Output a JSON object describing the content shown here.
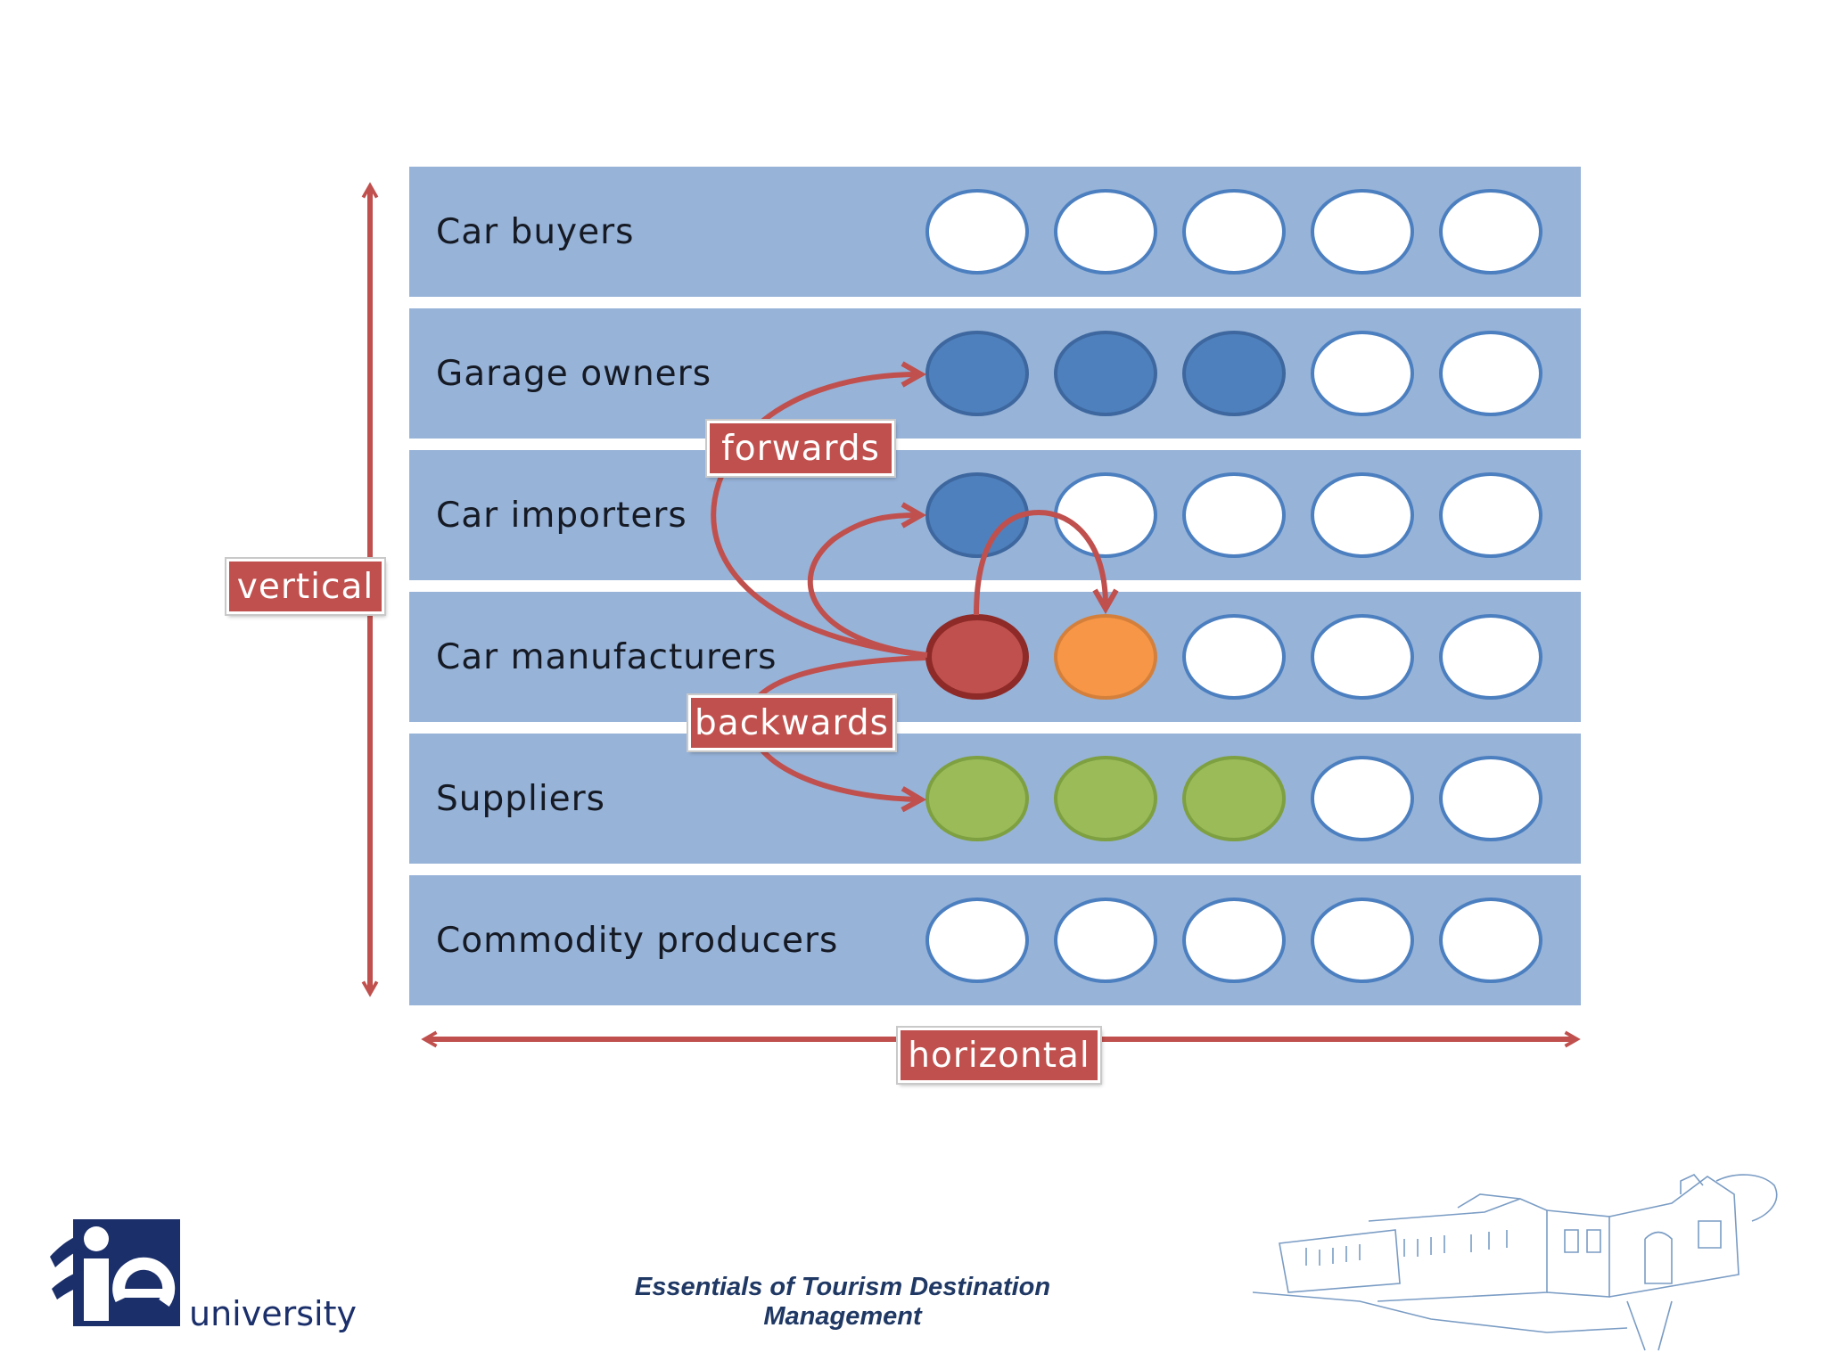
{
  "rows": [
    {
      "label": "Car buyers",
      "circles": [
        "white",
        "white",
        "white",
        "white",
        "white"
      ]
    },
    {
      "label": "Garage owners",
      "circles": [
        "blue",
        "blue",
        "blue",
        "white",
        "white"
      ]
    },
    {
      "label": "Car importers",
      "circles": [
        "blue",
        "white",
        "white",
        "white",
        "white"
      ]
    },
    {
      "label": "Car manufacturers",
      "circles": [
        "red",
        "orange",
        "white",
        "white",
        "white"
      ]
    },
    {
      "label": "Suppliers",
      "circles": [
        "green",
        "green",
        "green",
        "white",
        "white"
      ]
    },
    {
      "label": "Commodity producers",
      "circles": [
        "white",
        "white",
        "white",
        "white",
        "white"
      ]
    }
  ],
  "labels": {
    "forwards": "forwards",
    "backwards": "backwards",
    "vertical": "vertical",
    "horizontal": "horizontal"
  },
  "footer": {
    "title": "Essentials of Tourism Destination Management",
    "logo_text": "university"
  },
  "colors": {
    "row_background": "#97b3d8",
    "arrow": "#c0504d",
    "blue": "#4e80bd",
    "red": "#c0504d",
    "orange": "#f79646",
    "green": "#9bbb59"
  },
  "icons": {
    "logo": "ie-university-logo",
    "illustration": "building-sketch"
  }
}
